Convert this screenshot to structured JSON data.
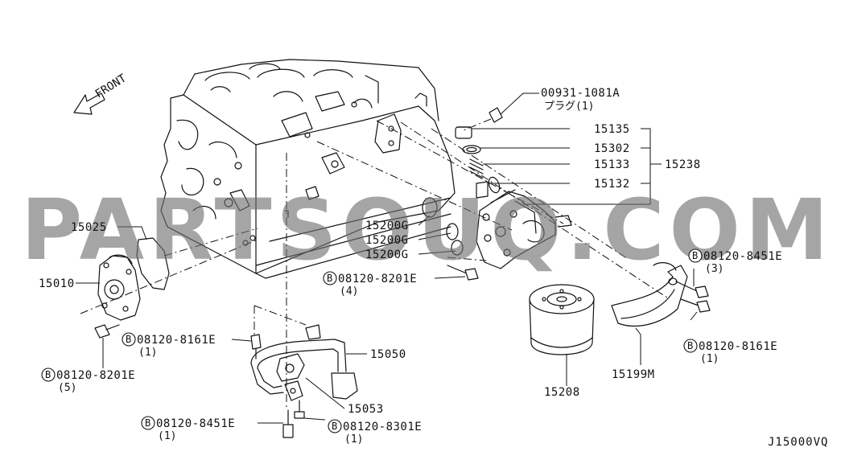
{
  "diagram": {
    "front_label": "FRONT",
    "watermark": "PARTSOUQ.COM",
    "diagram_code": "J15000VQ",
    "bolt_marker": "B",
    "parts": [
      {
        "id": "p_00931",
        "number": "00931-1081A",
        "qty": "プラグ(1)"
      },
      {
        "id": "p_15135",
        "number": "15135"
      },
      {
        "id": "p_15302",
        "number": "15302"
      },
      {
        "id": "p_15133",
        "number": "15133"
      },
      {
        "id": "p_15238",
        "number": "15238"
      },
      {
        "id": "p_15132",
        "number": "15132"
      },
      {
        "id": "p_15025",
        "number": "15025"
      },
      {
        "id": "p_15010",
        "number": "15010"
      },
      {
        "id": "p_15200g_1",
        "number": "15200G"
      },
      {
        "id": "p_15200g_2",
        "number": "15200G"
      },
      {
        "id": "p_15200g_3",
        "number": "15200G"
      },
      {
        "id": "b_8201_top",
        "number": "08120-8201E",
        "qty": "(4)"
      },
      {
        "id": "b_8451_right",
        "number": "08120-8451E",
        "qty": "(3)"
      },
      {
        "id": "b_8161_right",
        "number": "08120-8161E",
        "qty": "(1)"
      },
      {
        "id": "b_8161_left",
        "number": "08120-8161E",
        "qty": "(1)"
      },
      {
        "id": "b_8201_left",
        "number": "08120-8201E",
        "qty": "(5)"
      },
      {
        "id": "p_15050",
        "number": "15050"
      },
      {
        "id": "p_15053",
        "number": "15053"
      },
      {
        "id": "b_8451_bottom",
        "number": "08120-8451E",
        "qty": "(1)"
      },
      {
        "id": "b_8301_bottom",
        "number": "08120-8301E",
        "qty": "(1)"
      },
      {
        "id": "p_15208",
        "number": "15208"
      },
      {
        "id": "p_15199m",
        "number": "15199M"
      }
    ]
  }
}
